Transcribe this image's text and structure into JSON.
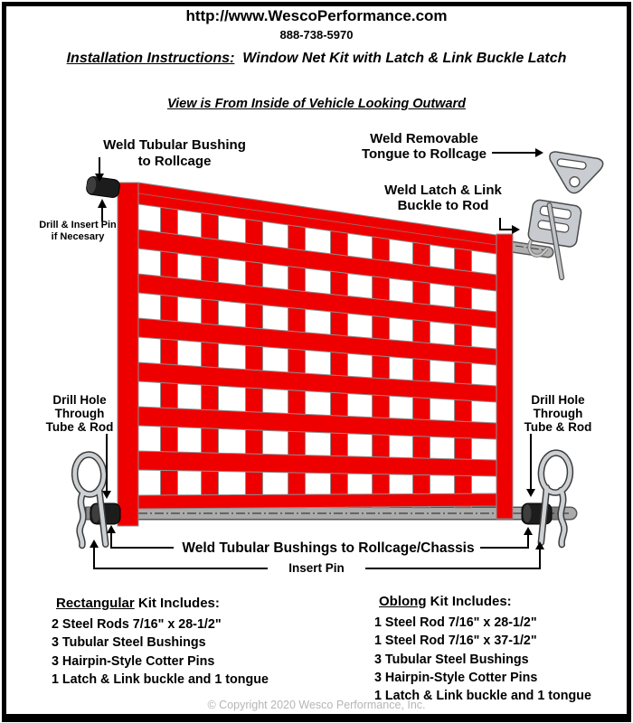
{
  "header": {
    "url": "http://www.WescoPerformance.com",
    "phone": "888-738-5970",
    "title_prefix": "Installation Instructions:",
    "title_main": "Window Net Kit with Latch & Link Buckle Latch",
    "view_note": "View is From Inside of Vehicle Looking Outward"
  },
  "diagram_labels": {
    "weld_bushing_top_1": "Weld Tubular Bushing",
    "weld_bushing_top_2": "to Rollcage",
    "drill_insert_1": "Drill & Insert Pin",
    "drill_insert_2": "if Necesary",
    "weld_tongue_1": "Weld Removable",
    "weld_tongue_2": "Tongue to Rollcage",
    "weld_buckle_1": "Weld Latch & Link",
    "weld_buckle_2": "Buckle to Rod",
    "drill_hole_1": "Drill Hole",
    "drill_hole_2": "Through",
    "drill_hole_3": "Tube & Rod",
    "weld_bushings_bottom": "Weld Tubular Bushings to Rollcage/Chassis",
    "insert_pin": "Insert Pin"
  },
  "kits": {
    "rectangular": {
      "head_underlined": "Rectangular",
      "head_rest": " Kit Includes:",
      "items": [
        "2 Steel Rods 7/16\" x 28-1/2\"",
        "3 Tubular Steel Bushings",
        "3 Hairpin-Style Cotter Pins",
        "1 Latch & Link buckle and 1 tongue"
      ]
    },
    "oblong": {
      "head_underlined": "Oblong",
      "head_rest": " Kit Includes:",
      "items": [
        "1 Steel Rod 7/16\" x 28-1/2\"",
        "1 Steel Rod 7/16\" x 37-1/2\"",
        "3 Tubular Steel Bushings",
        "3 Hairpin-Style Cotter Pins",
        "1 Latch & Link buckle and 1 tongue"
      ]
    }
  },
  "footer": {
    "copyright": "© Copyright 2020 Wesco Performance, Inc."
  },
  "colors": {
    "net_red": "#ef0000",
    "strap_outline": "#8f8f8f",
    "rod_gray": "#ababab",
    "metal_light": "#cdd0d2",
    "metal_dark": "#3c3c3c",
    "bushing_black": "#1c1c1c",
    "copyright_gray": "#b5b5b5"
  }
}
